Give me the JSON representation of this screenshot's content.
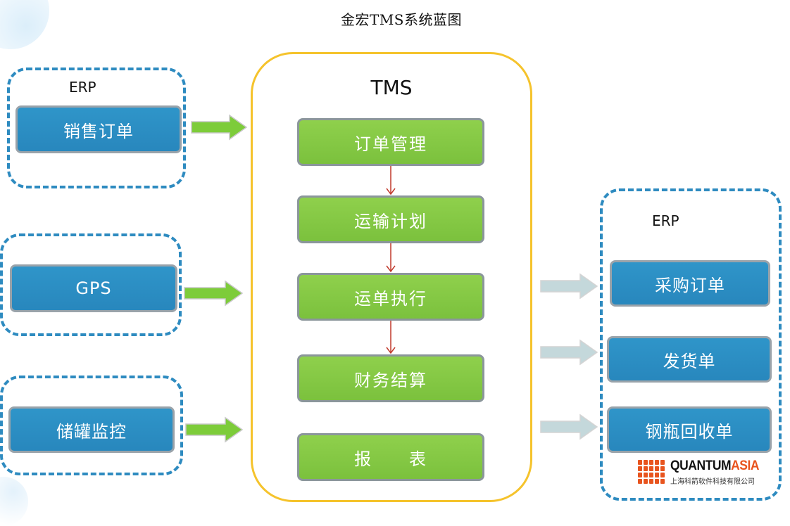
{
  "title": "金宏TMS系统蓝图",
  "left_groups": [
    {
      "label": "ERP",
      "box": "销售订单"
    },
    {
      "label": "",
      "box": "GPS"
    },
    {
      "label": "",
      "box": "储罐监控"
    }
  ],
  "tms": {
    "title": "TMS",
    "steps": [
      "订单管理",
      "运输计划",
      "运单执行",
      "财务结算",
      "报　　表"
    ]
  },
  "right_group": {
    "label": "ERP",
    "boxes": [
      "采购订单",
      "发货单",
      "钢瓶回收单"
    ]
  },
  "logo": {
    "name_a": "QUANTUM",
    "name_b": "ASIA",
    "subtitle": "上海科箭软件科技有限公司"
  },
  "colors": {
    "blue_box": "#2887bd",
    "green_box": "#7bc13d",
    "dashed_border": "#2e8bc0",
    "tms_border": "#f5c32c",
    "green_arrow": "#7dcc3a",
    "grey_arrow": "#c4d8db",
    "flow_arrow": "#c0392b",
    "logo_accent": "#e8541e"
  }
}
